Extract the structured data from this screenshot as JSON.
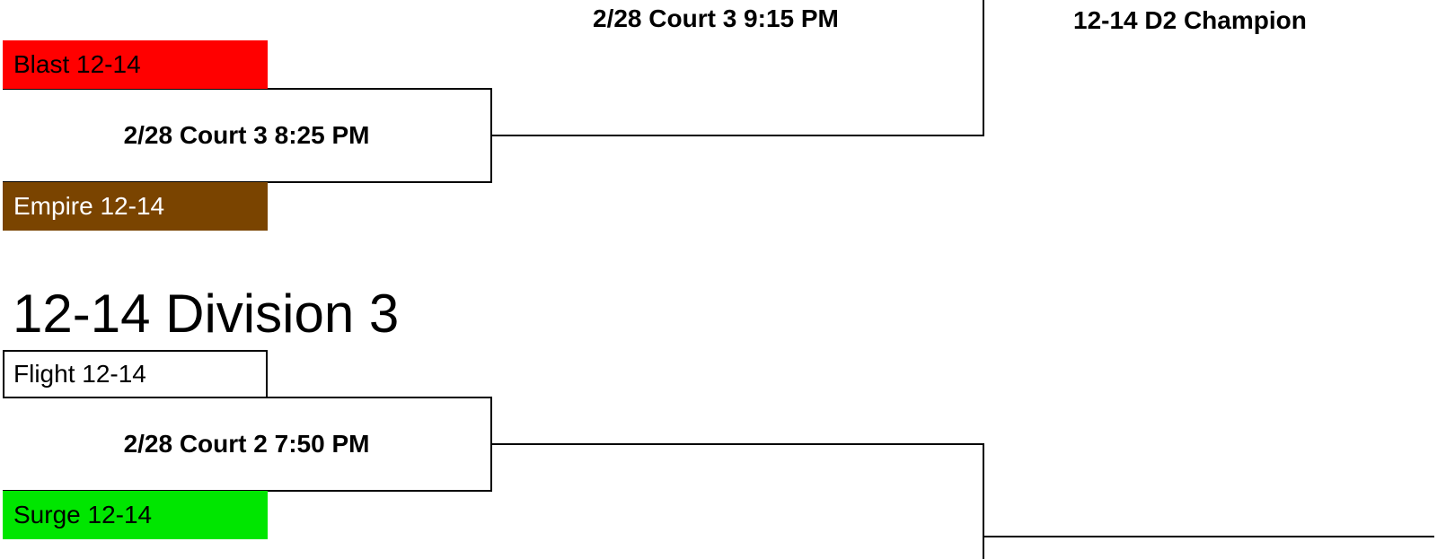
{
  "bracket_d2": {
    "game_top_label": "2/28 Court 3 9:15 PM",
    "champion_label": "12-14 D2 Champion",
    "team1": {
      "name": "Blast 12-14",
      "color": "#ff0000",
      "text_color": "#000000"
    },
    "game1": {
      "label": "2/28 Court 3 8:25 PM"
    },
    "team2": {
      "name": "Empire 12-14",
      "color": "#7a4400",
      "text_color": "#ffffff"
    }
  },
  "bracket_d3": {
    "title": "12-14 Division 3",
    "team1": {
      "name": "Flight 12-14",
      "color": "#ffffff",
      "text_color": "#000000"
    },
    "game1": {
      "label": "2/28 Court 2 7:50 PM"
    },
    "team2": {
      "name": "Surge 12-14",
      "color": "#00e600",
      "text_color": "#000000"
    }
  }
}
